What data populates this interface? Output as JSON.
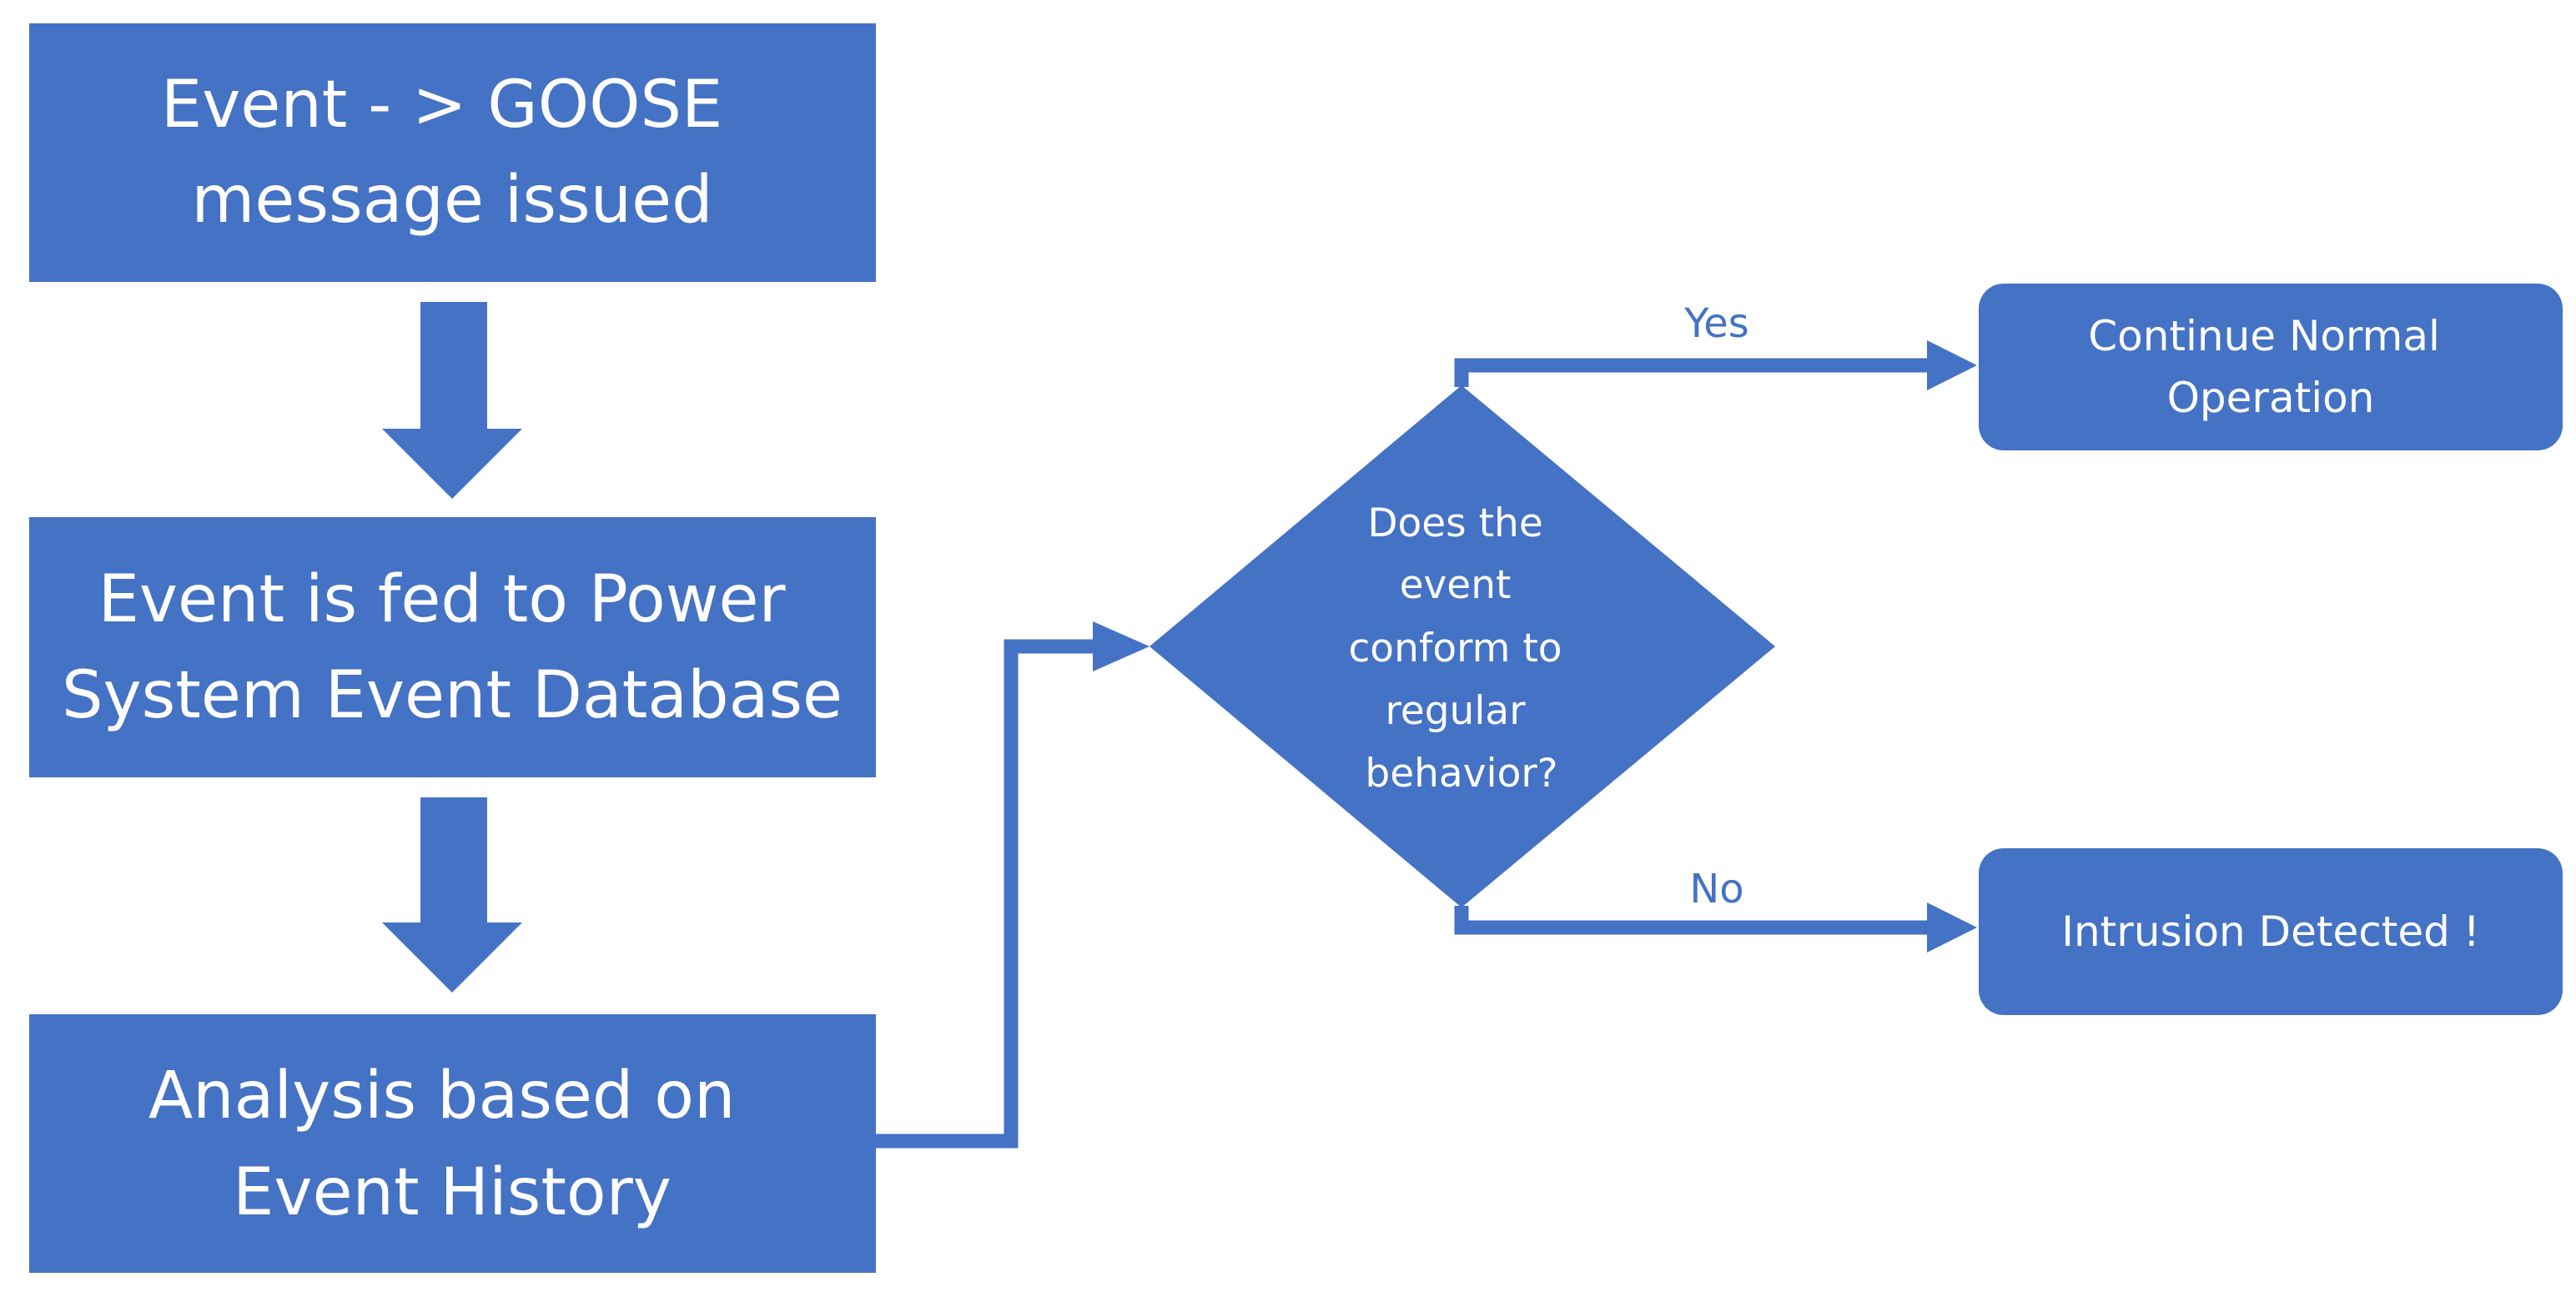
{
  "flowchart": {
    "steps": [
      {
        "lines": [
          "Event - > GOOSE",
          "message issued"
        ]
      },
      {
        "lines": [
          "Event is fed to Power",
          "System Event Database"
        ]
      },
      {
        "lines": [
          "Analysis based on",
          "Event History"
        ]
      }
    ],
    "decision": {
      "lines": [
        "Does the",
        "event",
        "conform to",
        "regular",
        "behavior?"
      ]
    },
    "outcomes": {
      "yes_label": "Yes",
      "no_label": "No",
      "continue": {
        "lines": [
          "Continue Normal",
          "Operation"
        ]
      },
      "intrusion": {
        "lines": [
          "Intrusion Detected !"
        ]
      }
    }
  },
  "colors": {
    "shape_fill": "#4472C4",
    "text_on_shape": "#FFFFFF",
    "label_text": "#4472C4"
  }
}
